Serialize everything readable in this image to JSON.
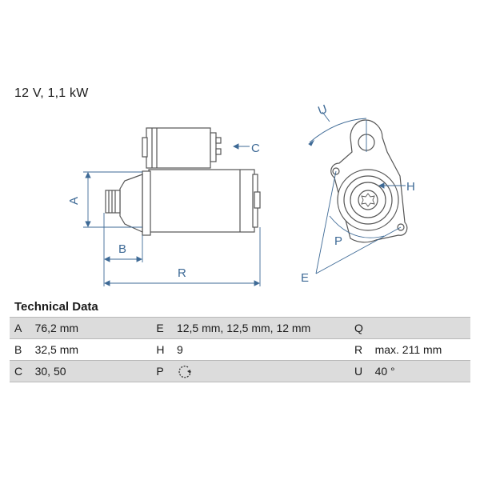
{
  "header": {
    "spec": "12 V, 1,1 kW"
  },
  "drawing": {
    "labels": {
      "A": "A",
      "B": "B",
      "C": "C",
      "R": "R",
      "U": "U",
      "H": "H",
      "P": "P",
      "E": "E"
    },
    "colors": {
      "line": "#555555",
      "dimension": "#3e6a96"
    }
  },
  "technical": {
    "title": "Technical Data",
    "rows": [
      [
        {
          "k": "A",
          "v": "76,2 mm"
        },
        {
          "k": "E",
          "v": "12,5 mm, 12,5 mm, 12 mm"
        },
        {
          "k": "Q",
          "v": ""
        }
      ],
      [
        {
          "k": "B",
          "v": "32,5 mm"
        },
        {
          "k": "H",
          "v": "9"
        },
        {
          "k": "R",
          "v": "max. 211 mm"
        }
      ],
      [
        {
          "k": "C",
          "v": "30, 50"
        },
        {
          "k": "P",
          "v": "",
          "icon": "rotation-clockwise-icon"
        },
        {
          "k": "U",
          "v": "40 °"
        }
      ]
    ]
  }
}
